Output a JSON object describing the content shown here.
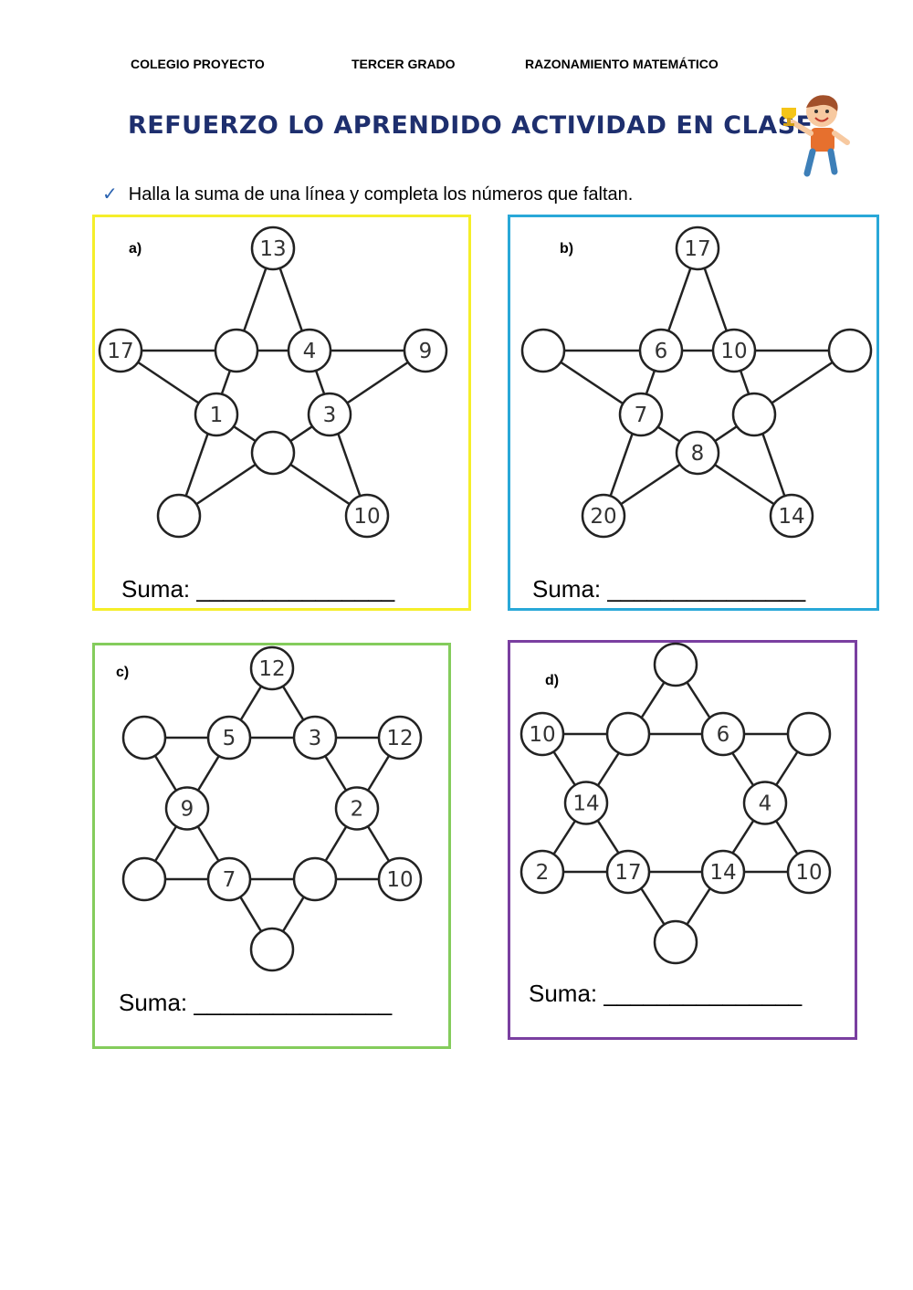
{
  "header": {
    "school": "COLEGIO PROYECTO",
    "grade": "TERCER GRADO",
    "subject": "RAZONAMIENTO MATEMÁTICO"
  },
  "title": "REFUERZO LO APRENDIDO ACTIVIDAD EN CLASE",
  "instruction": "Halla la suma de una línea y completa los números que faltan.",
  "sum_label": "Suma: _______________",
  "colors": {
    "a": "#f5ee2a",
    "b": "#29a8d8",
    "c": "#84cc5c",
    "d": "#7a3fa0",
    "title": "#1e2f6e"
  },
  "puzzles": {
    "a": {
      "label": "a)",
      "top": "13",
      "left": "17",
      "right": "9",
      "bottom_left": "",
      "bottom_right": "10",
      "inner_top_left": "",
      "inner_top_right": "4",
      "inner_left": "1",
      "inner_right": "3",
      "inner_bottom": ""
    },
    "b": {
      "label": "b)",
      "top": "17",
      "left": "",
      "right": "",
      "bottom_left": "20",
      "bottom_right": "14",
      "inner_top_left": "6",
      "inner_top_right": "10",
      "inner_left": "7",
      "inner_right": "",
      "inner_bottom": "8"
    },
    "c": {
      "label": "c)",
      "top": "12",
      "top_left": "",
      "top_right": "12",
      "bottom_left": "",
      "bottom_right": "10",
      "bottom": "",
      "hex_top_left": "5",
      "hex_top_right": "3",
      "hex_left": "9",
      "hex_right": "2",
      "hex_bottom_left": "7",
      "hex_bottom_right": ""
    },
    "d": {
      "label": "d)",
      "top": "",
      "top_left": "10",
      "top_right": "",
      "bottom_left": "2",
      "bottom_right": "10",
      "bottom": "",
      "hex_top_left": "",
      "hex_top_right": "6",
      "hex_left": "14",
      "hex_right": "4",
      "hex_bottom_left": "17",
      "hex_bottom_right": "14"
    }
  }
}
